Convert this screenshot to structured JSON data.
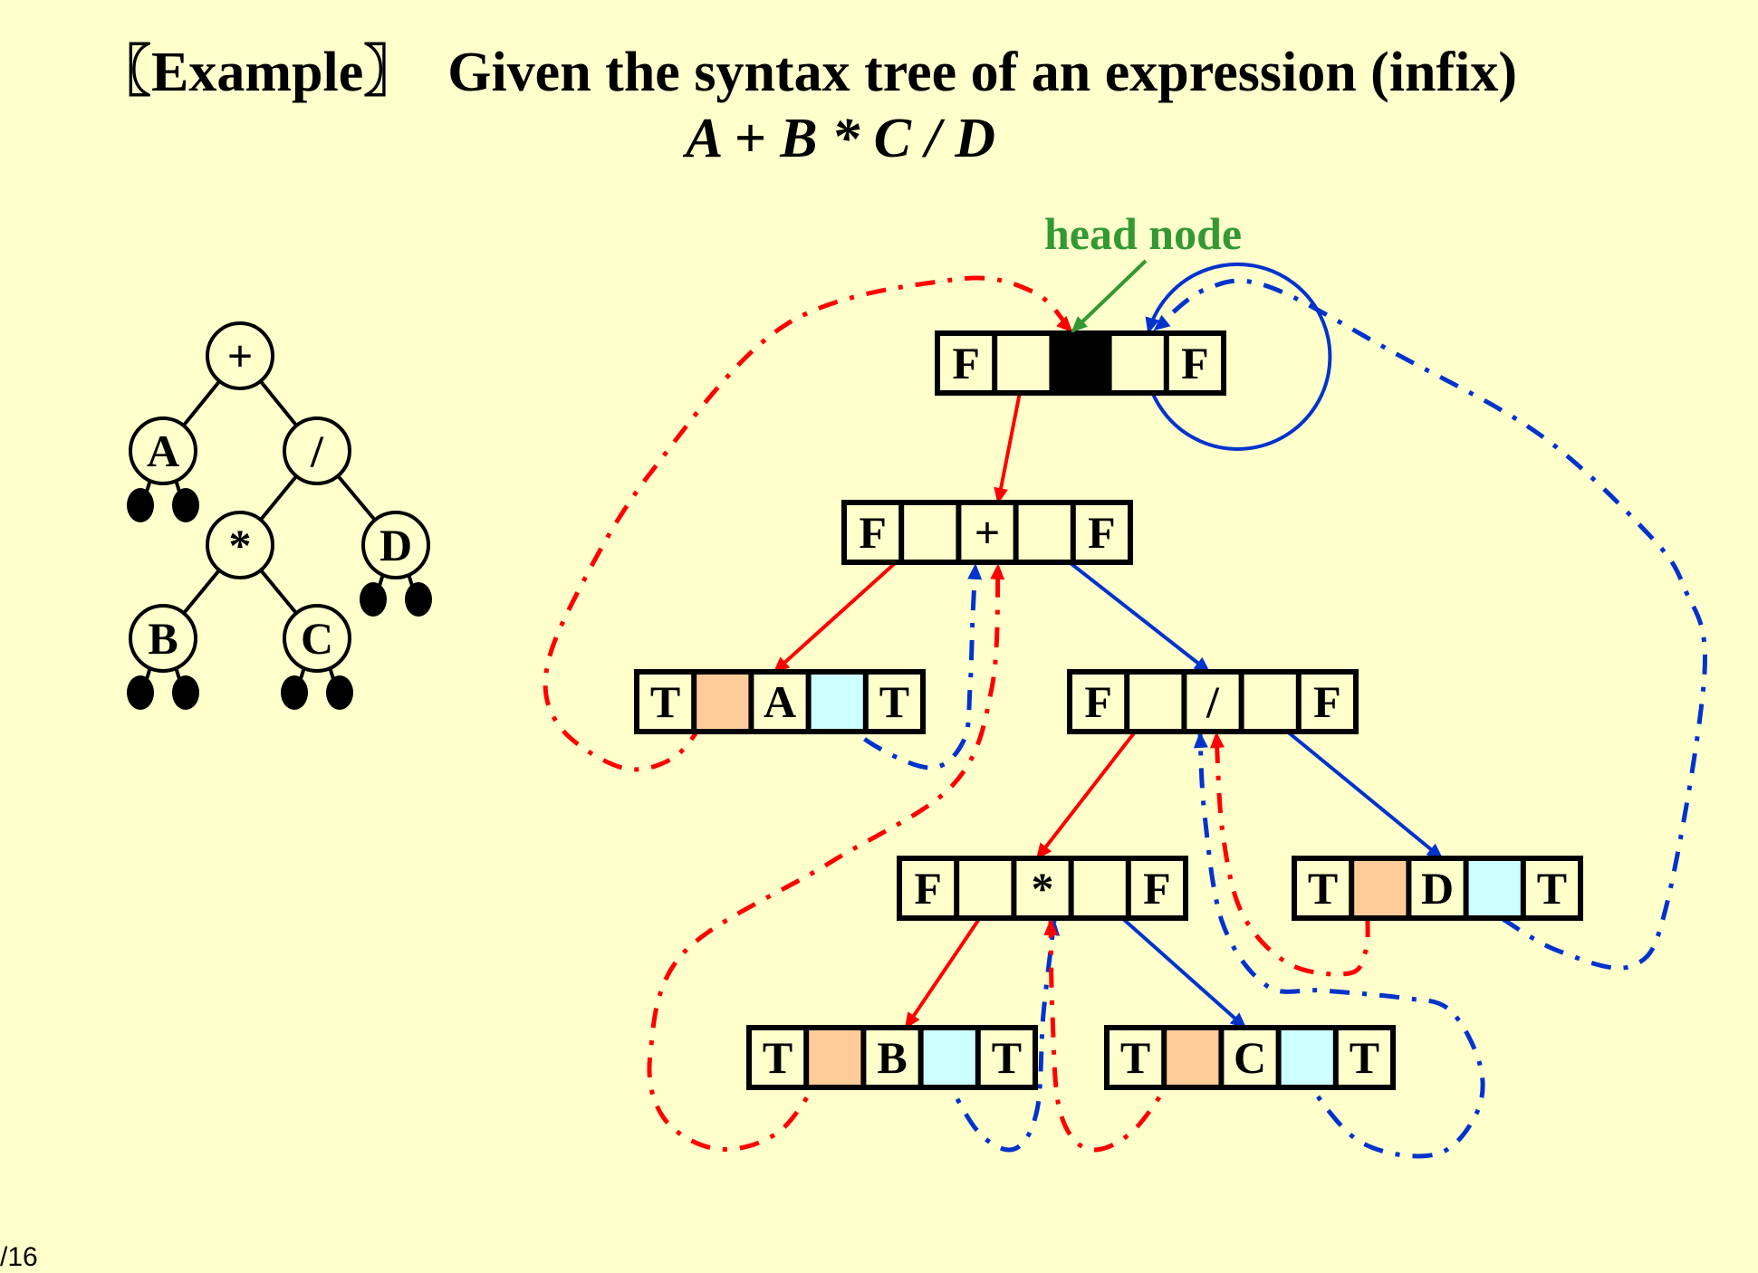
{
  "title": "〖Example〗  Given the syntax tree of an expression (infix)",
  "expression": "A + B * C / D",
  "page_number_fragment": "/16",
  "colors": {
    "background": "#ffffcc",
    "left_thread": "#ff0000",
    "right_thread": "#0033cc",
    "head_label": "#339933",
    "ltag_cell": "#ffcc99",
    "rtag_cell": "#ccffff"
  },
  "head_label": "head node",
  "syntax_tree": {
    "nodes": [
      {
        "id": "plus",
        "label": "+",
        "left": "A",
        "right": "div"
      },
      {
        "id": "A",
        "label": "A",
        "left": null,
        "right": null
      },
      {
        "id": "div",
        "label": "/",
        "left": "mul",
        "right": "D"
      },
      {
        "id": "mul",
        "label": "*",
        "left": "B",
        "right": "C"
      },
      {
        "id": "D",
        "label": "D",
        "left": null,
        "right": null
      },
      {
        "id": "B",
        "label": "B",
        "left": null,
        "right": null
      },
      {
        "id": "C",
        "label": "C",
        "left": null,
        "right": null
      }
    ]
  },
  "threaded_nodes": [
    {
      "id": "head",
      "ltag": "F",
      "data": "",
      "rtag": "F",
      "is_head": true
    },
    {
      "id": "plus",
      "ltag": "F",
      "data": "+",
      "rtag": "F"
    },
    {
      "id": "A",
      "ltag": "T",
      "data": "A",
      "rtag": "T"
    },
    {
      "id": "div",
      "ltag": "F",
      "data": "/",
      "rtag": "F"
    },
    {
      "id": "mul",
      "ltag": "F",
      "data": "*",
      "rtag": "F"
    },
    {
      "id": "D",
      "ltag": "T",
      "data": "D",
      "rtag": "T"
    },
    {
      "id": "B",
      "ltag": "T",
      "data": "B",
      "rtag": "T"
    },
    {
      "id": "C",
      "ltag": "T",
      "data": "C",
      "rtag": "T"
    }
  ],
  "child_links": [
    {
      "from": "head",
      "to": "plus",
      "side": "left"
    },
    {
      "from": "head",
      "to": "head",
      "side": "right"
    },
    {
      "from": "plus",
      "to": "A",
      "side": "left"
    },
    {
      "from": "plus",
      "to": "div",
      "side": "right"
    },
    {
      "from": "div",
      "to": "mul",
      "side": "left"
    },
    {
      "from": "div",
      "to": "D",
      "side": "right"
    },
    {
      "from": "mul",
      "to": "B",
      "side": "left"
    },
    {
      "from": "mul",
      "to": "C",
      "side": "right"
    }
  ],
  "thread_links": [
    {
      "from": "A",
      "to": "head",
      "side": "left"
    },
    {
      "from": "A",
      "to": "plus",
      "side": "right"
    },
    {
      "from": "B",
      "to": "plus",
      "side": "left"
    },
    {
      "from": "B",
      "to": "mul",
      "side": "right"
    },
    {
      "from": "C",
      "to": "mul",
      "side": "left"
    },
    {
      "from": "C",
      "to": "div",
      "side": "right"
    },
    {
      "from": "D",
      "to": "div",
      "side": "left"
    },
    {
      "from": "D",
      "to": "head",
      "side": "right"
    }
  ]
}
